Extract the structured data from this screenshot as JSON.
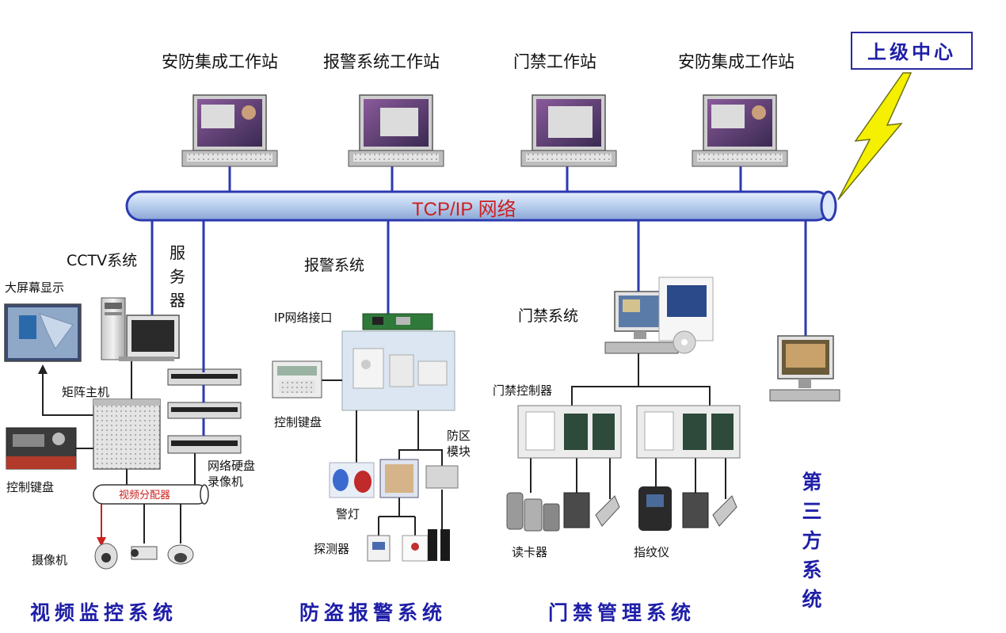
{
  "workstations": [
    {
      "label": "安防集成工作站"
    },
    {
      "label": "报警系统工作站"
    },
    {
      "label": "门禁工作站"
    },
    {
      "label": "安防集成工作站"
    }
  ],
  "upper_center": "上级中心",
  "network": "TCP/IP 网络",
  "cctv": {
    "system_label": "CCTV系统",
    "server_label": "服务器",
    "big_screen": "大屏幕显示",
    "matrix": "矩阵主机",
    "keyboard": "控制键盘",
    "video_distributor": "视频分配器",
    "nvr": "网络硬盘录像机",
    "camera": "摄像机"
  },
  "alarm": {
    "system_label": "报警系统",
    "ip_interface": "IP网络接口",
    "keyboard": "控制键盘",
    "zone_module": "防区模块",
    "warning_light": "警灯",
    "detector": "探测器"
  },
  "access": {
    "system_label": "门禁系统",
    "controller": "门禁控制器",
    "card_reader": "读卡器",
    "fingerprint": "指纹仪"
  },
  "subsystems": {
    "video": "视频监控系统",
    "burglar": "防盗报警系统",
    "access_mgmt": "门禁管理系统",
    "third_party": "第三方系统"
  },
  "colors": {
    "network_blue": "#2b3ab0",
    "pipe_fill": "#bcd3ef",
    "label_red": "#cc2020",
    "title_blue": "#1f1fa8",
    "lightning": "#f4f000"
  }
}
